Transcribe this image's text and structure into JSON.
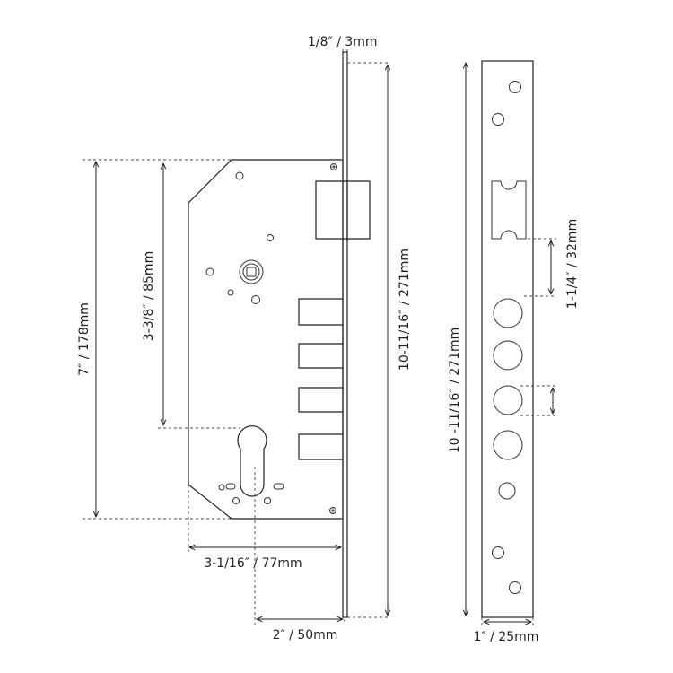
{
  "dimensions": {
    "faceplate_thickness": "1/8″ / 3mm",
    "case_height": "7″ / 178mm",
    "center_distance": "3-3/8″ / 85mm",
    "faceplate_length_side": "10-11/16″ / 271mm",
    "case_depth": "3-1/16″ / 77mm",
    "backset": "2″ / 50mm",
    "faceplate_length_front": "10 -11/16″ / 271mm",
    "bolt_spacing": "1-1/4″ / 32mm",
    "faceplate_width": "1″ / 25mm"
  }
}
